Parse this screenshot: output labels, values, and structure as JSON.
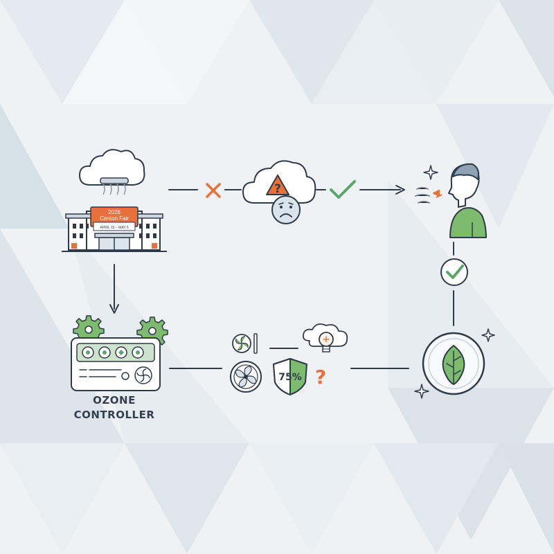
{
  "venue": {
    "sign_year": "2026",
    "sign_name": "Canton Fair",
    "sign_dates": "APRIL 15 – MAY 5"
  },
  "controller": {
    "label_line1": "OZONE",
    "label_line2": "CONTROLLER"
  },
  "shield": {
    "percent": "75%"
  },
  "question_mark": "?",
  "colors": {
    "stroke": "#2e3a48",
    "accent_orange": "#e8703a",
    "accent_green": "#5aa66a",
    "panel_green": "#cfe3cc"
  }
}
